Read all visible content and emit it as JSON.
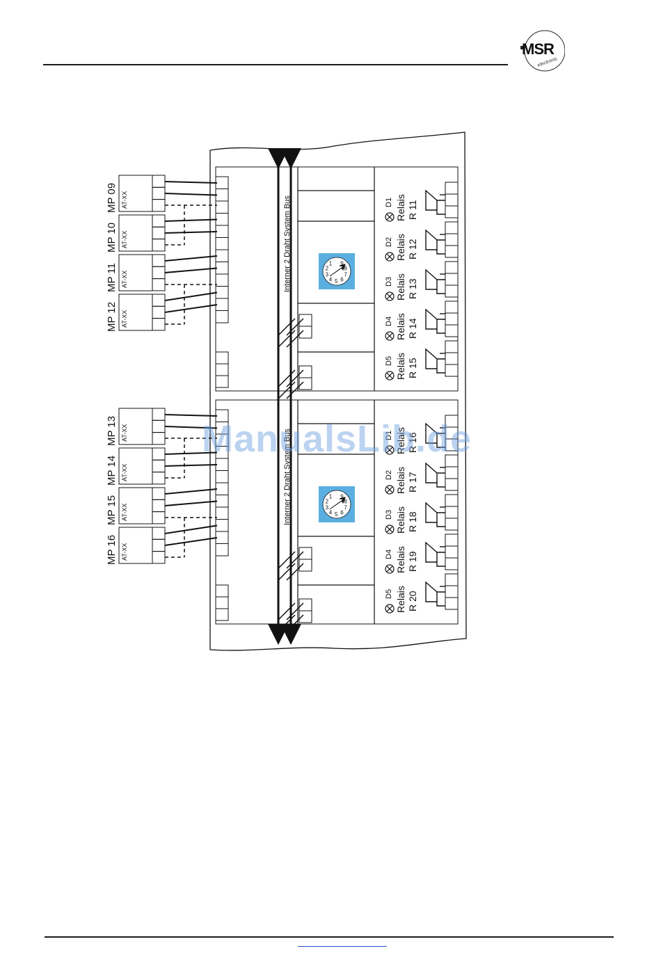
{
  "logo": {
    "text": "MSR",
    "subtext": "electronic"
  },
  "groups": [
    {
      "measurement_points": [
        {
          "label": "MP 09",
          "module": "AT-XX"
        },
        {
          "label": "MP 10",
          "module": "AT-XX"
        },
        {
          "label": "MP 11",
          "module": "AT-XX"
        },
        {
          "label": "MP 12",
          "module": "AT-XX"
        }
      ],
      "bus_label": "Interner 2 Draht System Bus",
      "rotary_switch": [
        "1",
        "2",
        "3",
        "4",
        "5",
        "6",
        "7",
        "8",
        "9"
      ],
      "relays": [
        {
          "led": "D1",
          "type": "Relais",
          "name": "R 11"
        },
        {
          "led": "D2",
          "type": "Relais",
          "name": "R 12"
        },
        {
          "led": "D3",
          "type": "Relais",
          "name": "R 13"
        },
        {
          "led": "D4",
          "type": "Relais",
          "name": "R 14"
        },
        {
          "led": "D5",
          "type": "Relais",
          "name": "R 15"
        }
      ]
    },
    {
      "measurement_points": [
        {
          "label": "MP 13",
          "module": "AT-XX"
        },
        {
          "label": "MP 14",
          "module": "AT-XX"
        },
        {
          "label": "MP 15",
          "module": "AT-XX"
        },
        {
          "label": "MP 16",
          "module": "AT-XX"
        }
      ],
      "bus_label": "Interner 2 Draht System Bus",
      "rotary_switch": [
        "1",
        "2",
        "3",
        "4",
        "5",
        "6",
        "7",
        "8",
        "9"
      ],
      "relays": [
        {
          "led": "D1",
          "type": "Relais",
          "name": "R 16"
        },
        {
          "led": "D2",
          "type": "Relais",
          "name": "R 17"
        },
        {
          "led": "D3",
          "type": "Relais",
          "name": "R 18"
        },
        {
          "led": "D4",
          "type": "Relais",
          "name": "R 19"
        },
        {
          "led": "D5",
          "type": "Relais",
          "name": "R 20"
        }
      ]
    }
  ],
  "watermark": "ManualsLib.de",
  "colors": {
    "switch": "#5aaee0",
    "watermark": "#6b9ee0"
  }
}
